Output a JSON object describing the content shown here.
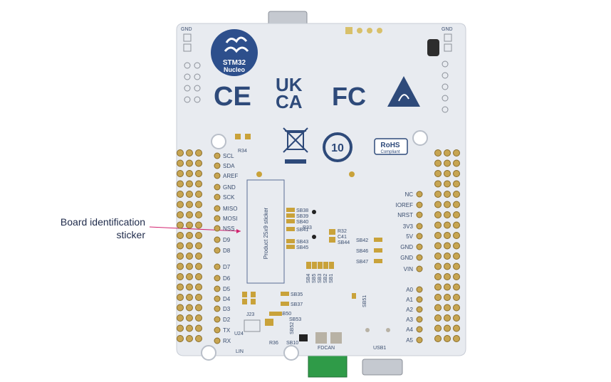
{
  "callout": {
    "line1": "Board identification",
    "line2": "sticker"
  },
  "board": {
    "logo_line1": "STM32",
    "logo_line2": "Nucleo",
    "marks": {
      "ce": "CE",
      "ukca_top": "UK",
      "ukca_bottom": "CA",
      "fcc": "FC",
      "rohs_top": "RoHS",
      "rohs_bottom": "Compliant",
      "recycle_years": "10"
    },
    "sticker_text": "Product 25x9 sticker",
    "gnd_left": "GND",
    "gnd_right": "GND",
    "left_pins": [
      "SCL",
      "SDA",
      "AREF",
      "GND",
      "SCK",
      "MISO",
      "MOSI",
      "NSS",
      "D9",
      "D8",
      "D7",
      "D6",
      "D5",
      "D4",
      "D3",
      "D2",
      "TX",
      "RX"
    ],
    "right_pins": [
      "NC",
      "IOREF",
      "NRST",
      "3V3",
      "5V",
      "GND",
      "GND",
      "VIN",
      "A0",
      "A1",
      "A2",
      "A3",
      "A4",
      "A5"
    ],
    "solder_bridges_a": [
      "SB38",
      "SB39",
      "SB40",
      "SB41",
      "SB43",
      "SB45"
    ],
    "solder_bridges_b": [
      "SB42",
      "SB46",
      "SB47"
    ],
    "solder_bridges_c": [
      "SB35",
      "SB37"
    ],
    "solder_bridges_vertical": [
      "SB4",
      "SB5",
      "SB3",
      "SB2",
      "SB1"
    ],
    "resistor_labels": [
      "R34",
      "R33",
      "R32",
      "C41",
      "SB44",
      "SB51",
      "SB50",
      "SB53",
      "SB52",
      "R36",
      "SB10"
    ],
    "bottom_labels": [
      "LIN",
      "FDCAN",
      "USB1",
      "U24",
      "J23"
    ]
  },
  "colors": {
    "board": "#e8ebf0",
    "silk": "#3a4d6e",
    "logo": "#2d4f8c",
    "callout_line": "#d3236f",
    "pad_gold": "#c9a23a",
    "header_gold": "#c7a552",
    "connector_green": "#2f9b48"
  }
}
